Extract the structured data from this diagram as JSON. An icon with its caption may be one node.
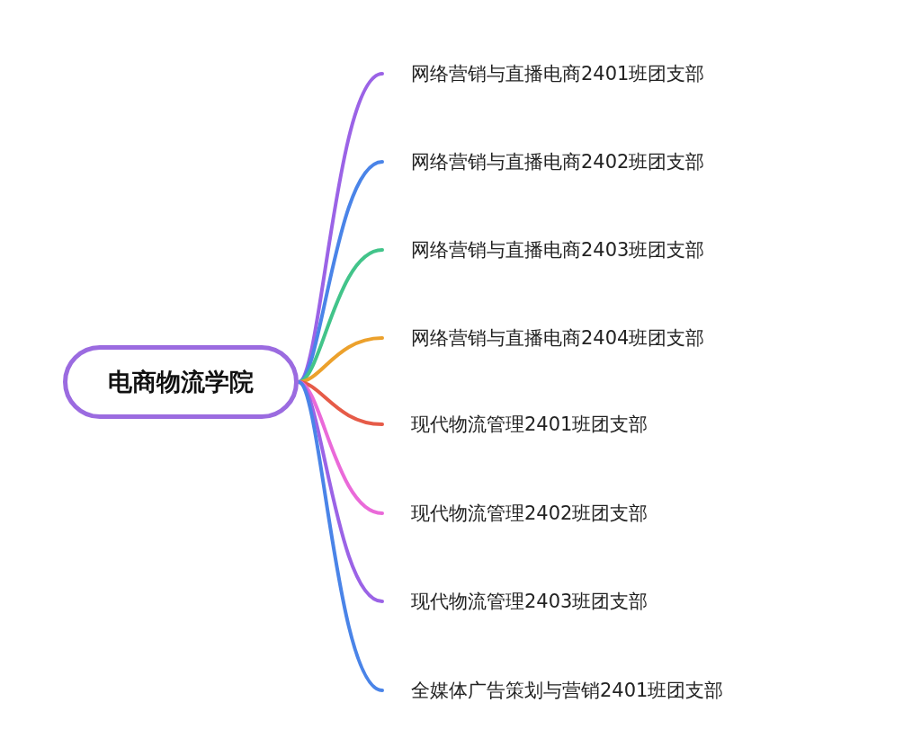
{
  "diagram": {
    "nodes": [
      {
        "text": [
          "电商物流学院"
        ]
      },
      {
        "text": [
          "网络营销与直播电商2401班团支部"
        ]
      },
      {
        "text": [
          "网络营销与直播电商2402班团支部"
        ]
      },
      {
        "text": [
          "网络营销与直播电商2403班团支部"
        ]
      },
      {
        "text": [
          "网络营销与直播电商2404班团支部"
        ]
      },
      {
        "text": [
          "现代物流管理2401班团支部"
        ]
      },
      {
        "text": [
          "现代物流管理2402班团支部"
        ]
      },
      {
        "text": [
          "现代物流管理2403班团支部"
        ]
      },
      {
        "text": [
          "全媒体广告策划与营销2401班团支部"
        ]
      }
    ],
    "edges": [
      {
        "from": 0,
        "to": 1,
        "arrow": "none",
        "color": "#9b63e6"
      },
      {
        "from": 0,
        "to": 2,
        "arrow": "none",
        "color": "#4a84e8"
      },
      {
        "from": 0,
        "to": 3,
        "arrow": "none",
        "color": "#42c48a"
      },
      {
        "from": 0,
        "to": 4,
        "arrow": "none",
        "color": "#eca12c"
      },
      {
        "from": 0,
        "to": 5,
        "arrow": "none",
        "color": "#e65b48"
      },
      {
        "from": 0,
        "to": 6,
        "arrow": "none",
        "color": "#ea6ad9"
      },
      {
        "from": 0,
        "to": 7,
        "arrow": "none",
        "color": "#9b63e6"
      },
      {
        "from": 0,
        "to": 8,
        "arrow": "none",
        "color": "#4a84e8"
      }
    ]
  }
}
